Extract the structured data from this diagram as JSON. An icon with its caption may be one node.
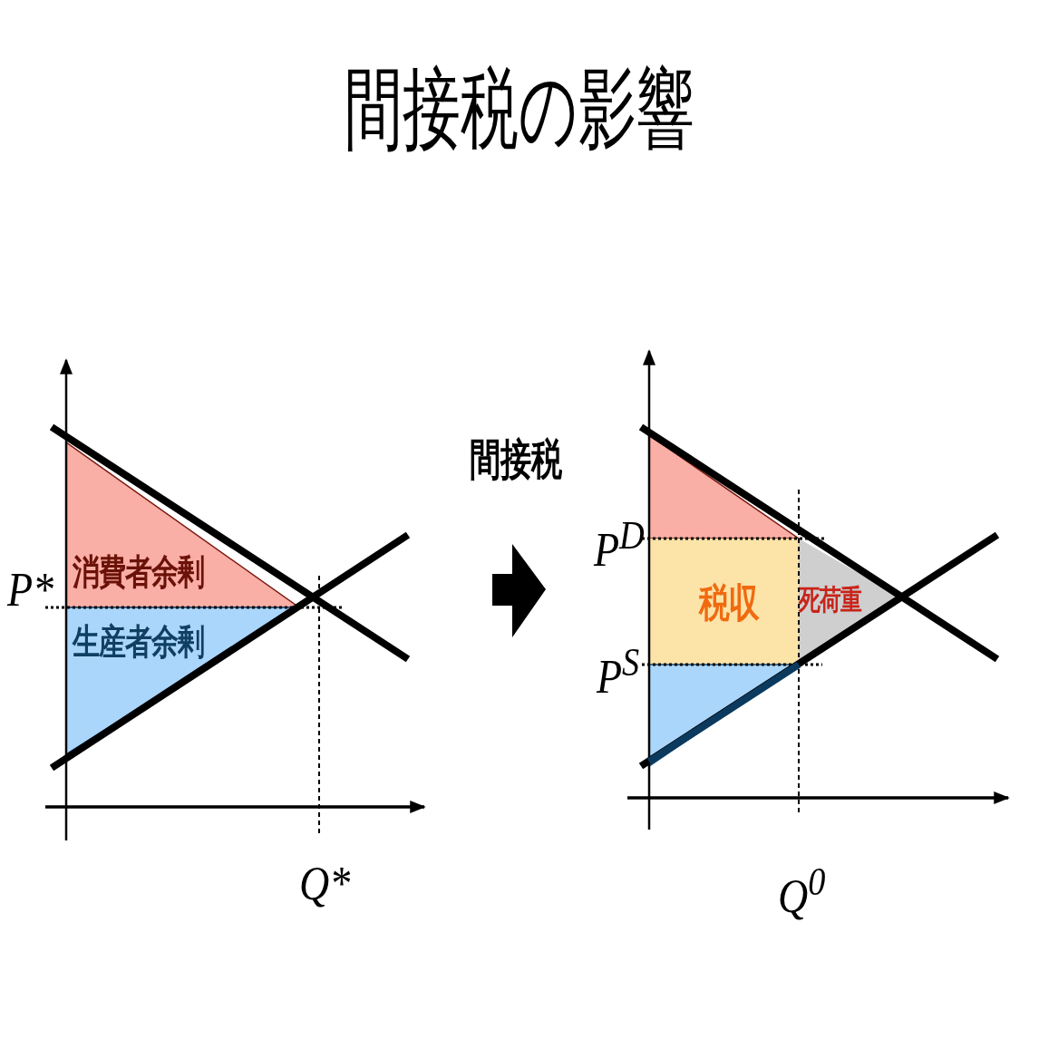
{
  "diagram": {
    "title": "間接税の影響",
    "nodes": [
      {
        "text": [
          "消費者余剰"
        ]
      },
      {
        "text": [
          "生産者余剰"
        ]
      },
      {
        "text": [],
        "shape": "triangle"
      },
      {
        "text": [
          "税収"
        ]
      },
      {
        "text": [
          "死荷重"
        ]
      },
      {
        "text": [],
        "shape": "triangle"
      }
    ],
    "labels": [
      "P*",
      "Q*",
      "間接税",
      "P$^{D}$",
      "P$^{S}$",
      "Q$^{0}$"
    ]
  }
}
